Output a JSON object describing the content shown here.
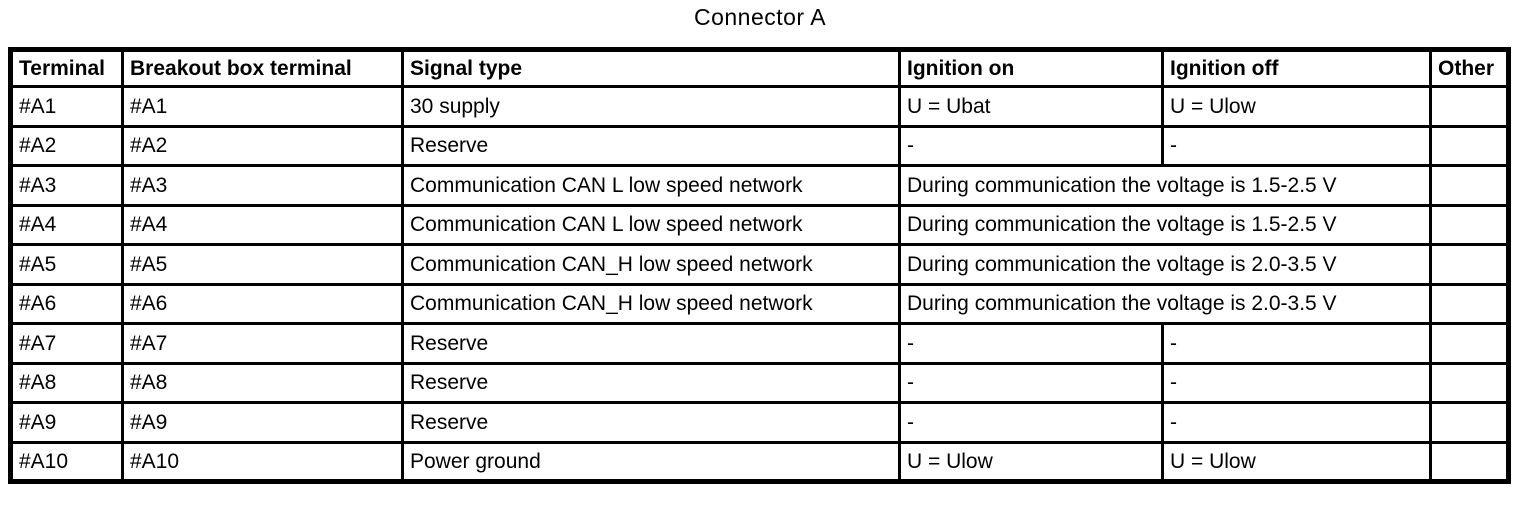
{
  "title": "Connector A",
  "colors": {
    "background": "#ffffff",
    "text": "#000000",
    "border": "#000000"
  },
  "table": {
    "headers": [
      "Terminal",
      "Breakout box terminal",
      "Signal type",
      "Ignition on",
      "Ignition off",
      "Other"
    ],
    "rows": [
      {
        "merged": false,
        "terminal": "#A1",
        "breakout": "#A1",
        "signal": "30 supply",
        "ignition_on": "U = Ubat",
        "ignition_off": "U = Ulow",
        "other": ""
      },
      {
        "merged": false,
        "terminal": "#A2",
        "breakout": "#A2",
        "signal": "Reserve",
        "ignition_on": "-",
        "ignition_off": "-",
        "other": ""
      },
      {
        "merged": true,
        "terminal": "#A3",
        "breakout": "#A3",
        "signal": "Communication CAN L low speed network",
        "ignition_span": "During communication the voltage is 1.5-2.5 V",
        "other": ""
      },
      {
        "merged": true,
        "terminal": "#A4",
        "breakout": "#A4",
        "signal": "Communication CAN L low speed network",
        "ignition_span": "During communication the voltage is 1.5-2.5 V",
        "other": ""
      },
      {
        "merged": true,
        "terminal": "#A5",
        "breakout": "#A5",
        "signal": "Communication CAN_H low speed network",
        "ignition_span": "During communication the voltage is 2.0-3.5 V",
        "other": ""
      },
      {
        "merged": true,
        "terminal": "#A6",
        "breakout": "#A6",
        "signal": "Communication CAN_H low speed network",
        "ignition_span": "During communication the voltage is 2.0-3.5 V",
        "other": ""
      },
      {
        "merged": false,
        "terminal": "#A7",
        "breakout": "#A7",
        "signal": "Reserve",
        "ignition_on": "-",
        "ignition_off": "-",
        "other": ""
      },
      {
        "merged": false,
        "terminal": "#A8",
        "breakout": "#A8",
        "signal": "Reserve",
        "ignition_on": "-",
        "ignition_off": "-",
        "other": ""
      },
      {
        "merged": false,
        "terminal": "#A9",
        "breakout": "#A9",
        "signal": "Reserve",
        "ignition_on": "-",
        "ignition_off": "-",
        "other": ""
      },
      {
        "merged": false,
        "terminal": "#A10",
        "breakout": "#A10",
        "signal": "Power ground",
        "ignition_on": "U = Ulow",
        "ignition_off": "U = Ulow",
        "other": ""
      }
    ]
  }
}
